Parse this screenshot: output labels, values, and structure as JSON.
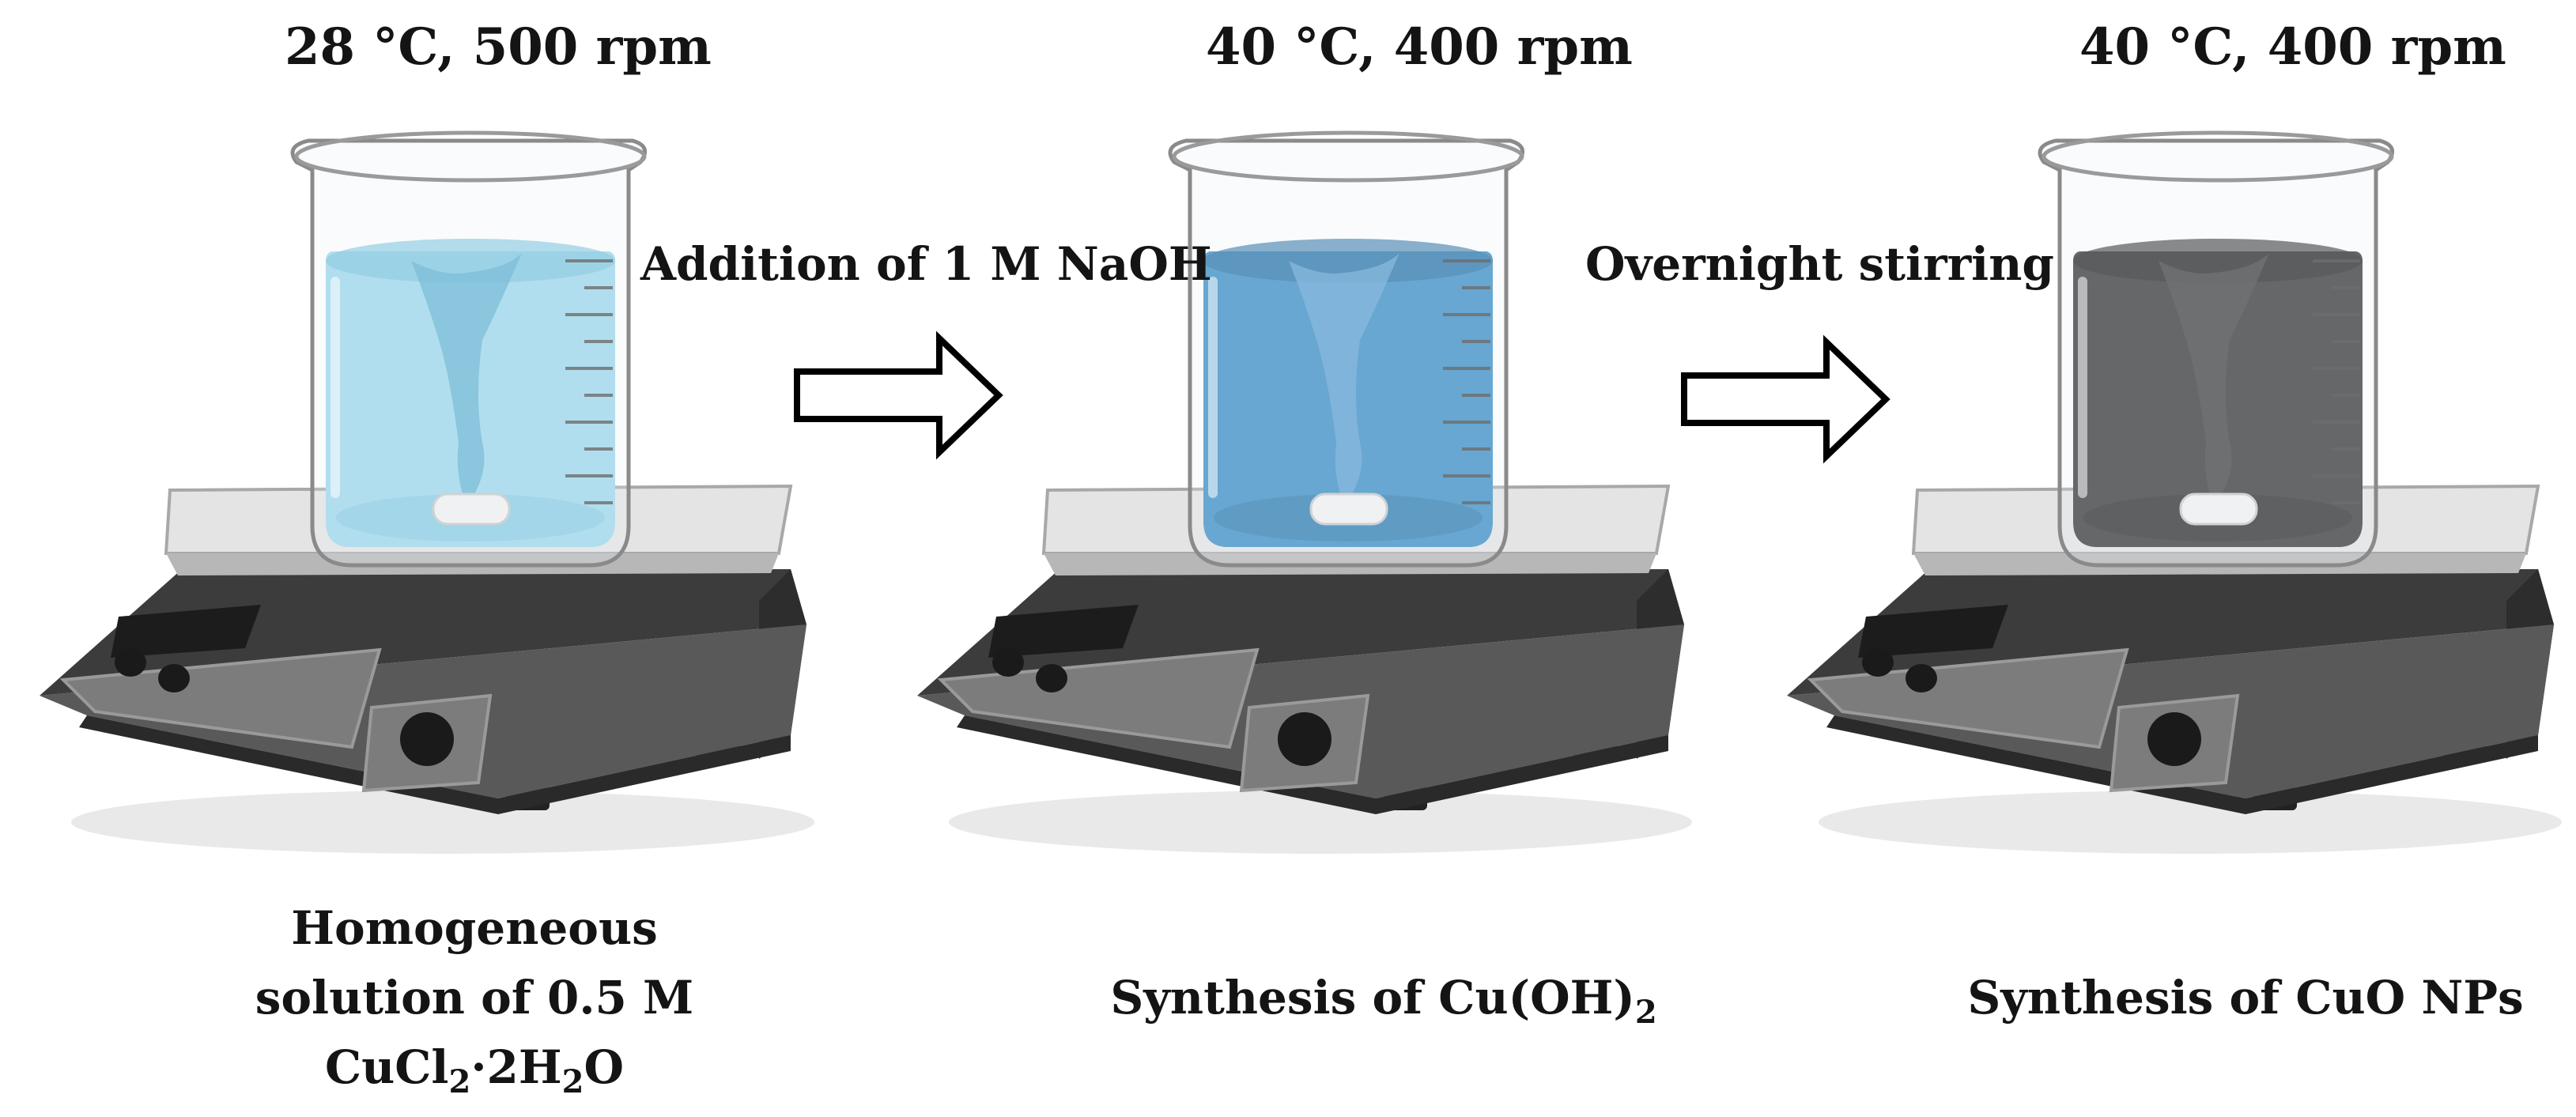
{
  "stages": [
    {
      "condition": "28 °C, 500 rpm",
      "caption_lines": [
        "Homogeneous",
        "solution of 0.5 M"
      ],
      "formula": {
        "a": "CuCl",
        "a_sub": "2",
        "b": "·2H",
        "b_sub": "2",
        "c": "O"
      },
      "solution_color": "#9fd8ec",
      "solution_dark": "#78c3de",
      "vortex_color": "#5aaecf"
    },
    {
      "condition": "40 °C, 400 rpm",
      "caption": {
        "text": "Synthesis of Cu(OH)",
        "sub": "2"
      },
      "solution_color": "#3d8fc6",
      "solution_dark": "#2a6fa3",
      "vortex_color": "#6aa7d6"
    },
    {
      "condition": "40 °C, 400 rpm",
      "caption": {
        "text": "Synthesis of CuO NPs"
      },
      "solution_color": "#3a3a3a",
      "solution_dark": "#262626",
      "vortex_color": "#4a4a4a"
    }
  ],
  "arrows": [
    {
      "label": "Addition  of 1 M NaOH"
    },
    {
      "label": "Overnight stirring"
    }
  ],
  "colors": {
    "plate_top": "#e4e4e4",
    "plate_edge": "#a8a8a8",
    "body_dark": "#3c3c3c",
    "body_front": "#595959",
    "panel": "#7c7c7c",
    "display": "#1c1c1c",
    "arrow_stroke": "#000000"
  }
}
